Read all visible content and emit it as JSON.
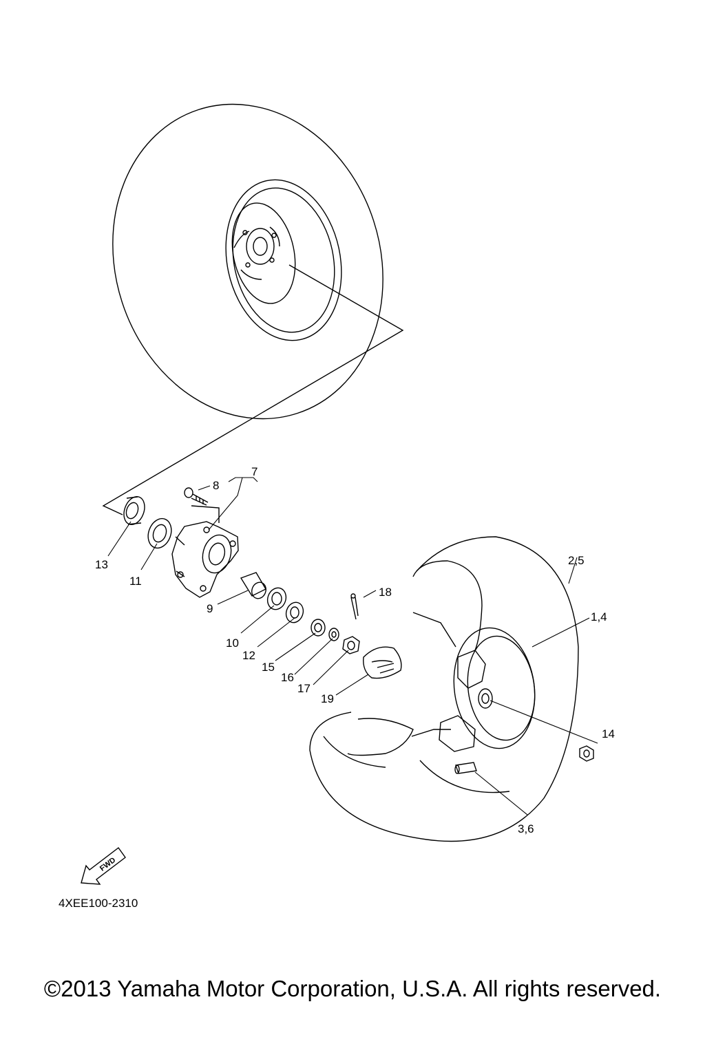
{
  "diagram_code": "4XEE100-2310",
  "fwd_label": "FWD",
  "copyright": "©2013 Yamaha Motor Corporation, U.S.A. All rights reserved.",
  "callouts": {
    "p1_4": "1,4",
    "p2_5": "2,5",
    "p3_6": "3,6",
    "p7": "7",
    "p8": "8",
    "p9": "9",
    "p10": "10",
    "p11": "11",
    "p12": "12",
    "p13": "13",
    "p14": "14",
    "p15": "15",
    "p16": "16",
    "p17": "17",
    "p18": "18",
    "p19": "19"
  }
}
